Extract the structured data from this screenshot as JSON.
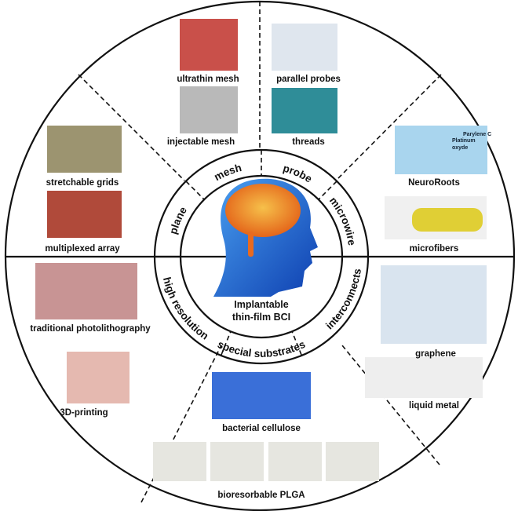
{
  "center": {
    "line1": "Implantable",
    "line2": "thin-film BCI"
  },
  "ring_labels": {
    "plane": "plane",
    "mesh": "mesh",
    "probe": "probe",
    "microwire": "microwire",
    "high_resolution": "high resolution",
    "special_substrates": "special substrates",
    "interconnects": "interconnects"
  },
  "items": {
    "ultrathin_mesh": "ultrathin mesh",
    "injectable_mesh": "injectable mesh",
    "parallel_probes": "parallel probes",
    "threads": "threads",
    "neuroroots": "NeuroRoots",
    "microfibers": "microfibers",
    "stretchable_grids": "stretchable grids",
    "multiplexed_array": "multiplexed array",
    "traditional_photolithography": "traditional photolithography",
    "printing_3d": "3D-printing",
    "graphene": "graphene",
    "liquid_metal": "liquid metal",
    "bacterial_cellulose": "bacterial cellulose",
    "bioresorbable_plga": "bioresorbable PLGA"
  },
  "neuroroots_annotations": {
    "a": "Parylene C",
    "b": "Platinum",
    "c": "oxyde"
  },
  "colors": {
    "brain": "#f08a1c",
    "head": "#1e5fd0",
    "cellulose": "#3a6fd8"
  }
}
